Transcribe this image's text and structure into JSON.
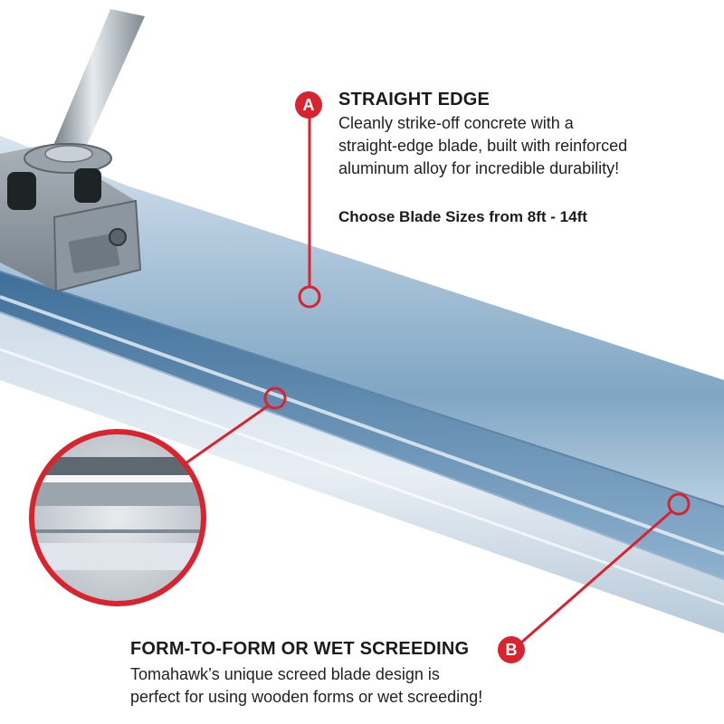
{
  "colors": {
    "accent_red": "#d9232e",
    "blade_blue": "#8fb3cf",
    "background": "#ffffff",
    "text_dark": "#1b1b1b"
  },
  "callout_a": {
    "marker": "A",
    "title": "STRAIGHT EDGE",
    "body_lines": [
      "Cleanly strike-off concrete with a",
      "straight-edge blade, built with reinforced",
      "aluminum alloy for incredible durability!"
    ],
    "note": "Choose Blade Sizes from 8ft - 14ft"
  },
  "callout_b": {
    "marker": "B",
    "title": "FORM-TO-FORM OR WET SCREEDING",
    "body_lines": [
      "Tomahawk’s unique screed blade design is",
      "perfect for using wooden forms or wet screeding!"
    ]
  }
}
